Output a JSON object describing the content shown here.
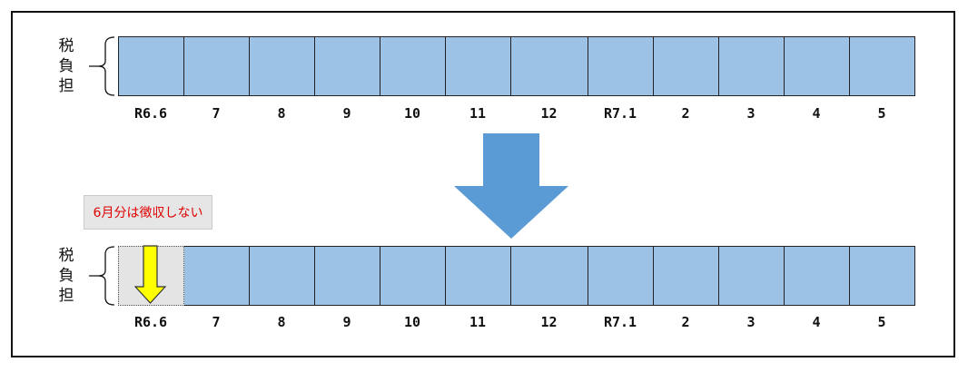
{
  "diagram": {
    "top_row": {
      "label_chars": [
        "税",
        "負",
        "担"
      ],
      "months": [
        "R6.6",
        "7",
        "8",
        "9",
        "10",
        "11",
        "12",
        "R7.1",
        "2",
        "3",
        "4",
        "5"
      ]
    },
    "bottom_row": {
      "label_chars": [
        "税",
        "負",
        "担"
      ],
      "months": [
        "R6.6",
        "7",
        "8",
        "9",
        "10",
        "11",
        "12",
        "R7.1",
        "2",
        "3",
        "4",
        "5"
      ],
      "excluded_month": "R6.6"
    },
    "callout": "6月分は徴収しない",
    "colors": {
      "cell_fill": "#9cc2e5",
      "excluded_fill": "#e4e4e4",
      "big_arrow": "#5b9bd5",
      "yellow_arrow": "#ffff00",
      "callout_text": "#e00000"
    },
    "icons": {
      "transition_arrow": "down-arrow-icon",
      "excluded_marker": "down-arrow-icon"
    }
  }
}
